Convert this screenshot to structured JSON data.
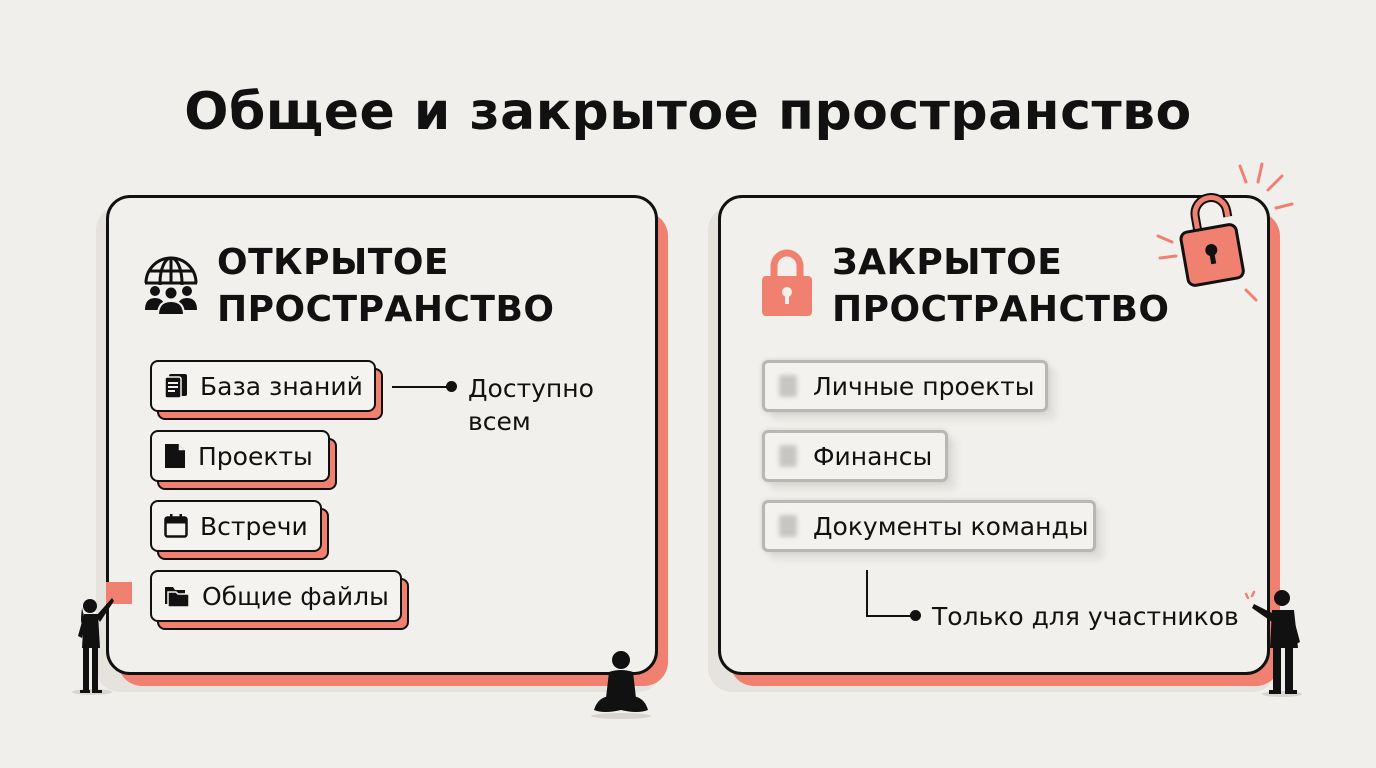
{
  "title": "Общее и закрытое пространство",
  "open_space": {
    "heading_line1": "ОТКРЫТОЕ",
    "heading_line2": "ПРОСТРАНСТВО",
    "icon": "globe-people-icon",
    "items": [
      {
        "label": "База знаний",
        "icon": "book-icon"
      },
      {
        "label": "Проекты",
        "icon": "document-icon"
      },
      {
        "label": "Встречи",
        "icon": "calendar-icon"
      },
      {
        "label": "Общие файлы",
        "icon": "folder-icon"
      }
    ],
    "note_line1": "Доступно",
    "note_line2": "всем"
  },
  "closed_space": {
    "heading_line1": "ЗАКРЫТОЕ",
    "heading_line2": "ПРОСТРАНСТВО",
    "icon": "lock-icon",
    "items": [
      {
        "label": "Личные проекты"
      },
      {
        "label": "Финансы"
      },
      {
        "label": "Документы команды"
      }
    ],
    "note": "Только для участников"
  },
  "colors": {
    "accent": "#f08070",
    "background": "#f1efeb",
    "ink": "#111111"
  }
}
